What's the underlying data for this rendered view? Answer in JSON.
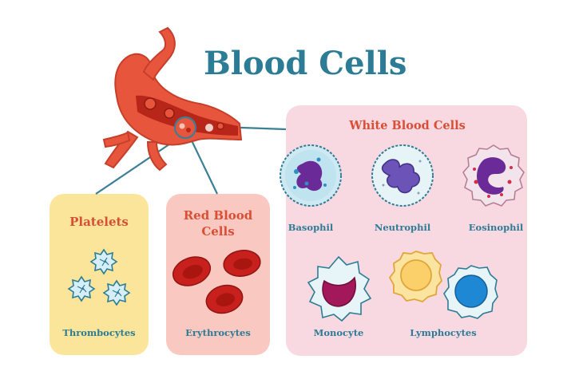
{
  "title": "Blood Cells",
  "groups": {
    "platelets": {
      "heading": "Platelets",
      "cells": [
        "Thrombocytes"
      ]
    },
    "red_blood_cells": {
      "heading": "Red Blood\nCells",
      "cells": [
        "Erythrocytes"
      ]
    },
    "white_blood_cells": {
      "heading": "White Blood Cells",
      "cells": [
        "Basophil",
        "Neutrophil",
        "Eosinophil",
        "Monocyte",
        "Lymphocytes"
      ]
    }
  },
  "colors": {
    "title": "#2c7c96",
    "heading": "#d94f35",
    "platelets_panel": "#fbe59a",
    "rbc_panel": "#f9c9c1",
    "wbc_panel": "#f9d9e1",
    "vessel": "#e8553d",
    "connector": "#3a7f93"
  }
}
